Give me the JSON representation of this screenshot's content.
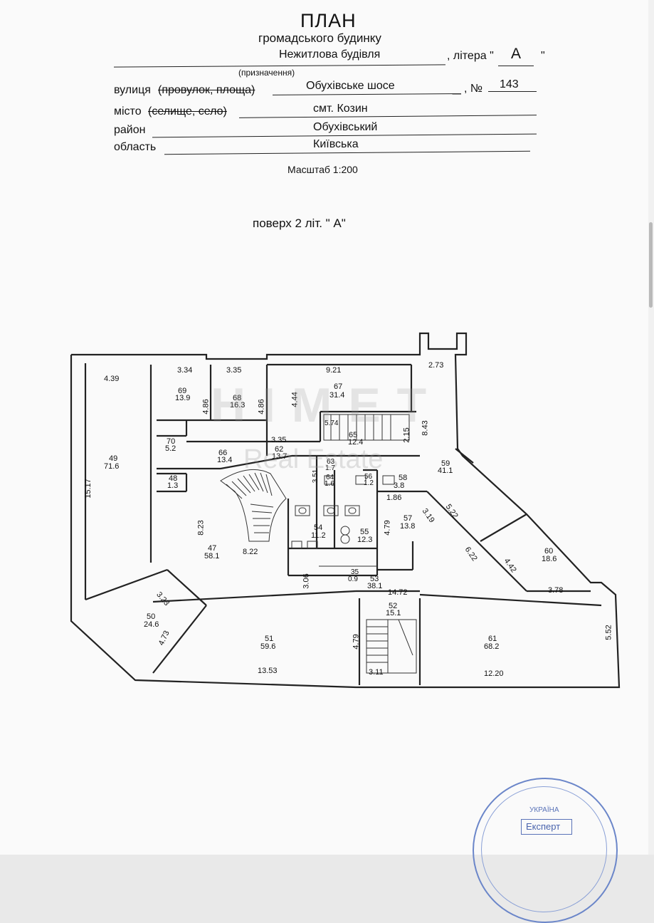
{
  "header": {
    "title": "ПЛАН",
    "subtitle": "громадського будинку",
    "purpose_value": "Нежитлова будівля",
    "litera_label": ", літера \"",
    "litera_value": "А",
    "litera_close": "\"",
    "purpose_caption": "(призначення)",
    "street_label": "вулиця",
    "street_struck": "(провулок, площа)",
    "street_value": "Обухівське шосе",
    "number_label": ", №",
    "number_value": "143",
    "city_label": "місто",
    "city_struck": "(селище, село)",
    "city_value": "смт. Козин",
    "district_label": "район",
    "district_value": "Обухівський",
    "region_label": "область",
    "region_value": "Київська",
    "scale": "Масштаб 1:200",
    "floor": "поверх 2 літ.  \" А\""
  },
  "watermark": {
    "top": "Н І М Е Т",
    "bottom": "Real Estate"
  },
  "stamp": {
    "text": "Експерт",
    "sub": "УКРАЇНА"
  },
  "rooms": [
    {
      "num": "69",
      "area": "13.9"
    },
    {
      "num": "68",
      "area": "16.3"
    },
    {
      "num": "67",
      "area": "31.4"
    },
    {
      "num": "70",
      "area": "5.2"
    },
    {
      "num": "49",
      "area": "71.6"
    },
    {
      "num": "66",
      "area": "13.4"
    },
    {
      "num": "62",
      "area": "13.7"
    },
    {
      "num": "48",
      "area": "1.3"
    },
    {
      "num": "63",
      "area": "1.7"
    },
    {
      "num": "64",
      "area": "1.6"
    },
    {
      "num": "56",
      "area": "1.2"
    },
    {
      "num": "58",
      "area": "3.8"
    },
    {
      "num": "65",
      "area": "12.4"
    },
    {
      "num": "59",
      "area": "41.1"
    },
    {
      "num": "47",
      "area": "58.1"
    },
    {
      "num": "54",
      "area": "11.2"
    },
    {
      "num": "55",
      "area": "12.3"
    },
    {
      "num": "57",
      "area": "13.8"
    },
    {
      "num": "60",
      "area": "18.6"
    },
    {
      "num": "35",
      "area": "0.9"
    },
    {
      "num": "53",
      "area": "38.1"
    },
    {
      "num": "52",
      "area": "15.1"
    },
    {
      "num": "50",
      "area": "24.6"
    },
    {
      "num": "51",
      "area": "59.6"
    },
    {
      "num": "61",
      "area": "68.2"
    }
  ],
  "dims": [
    "4.39",
    "3.34",
    "3.35",
    "9.21",
    "2.73",
    "4.86",
    "4.86",
    "4.44",
    "5.74",
    "2.15",
    "8.43",
    "3.35",
    "15.17",
    "3.51",
    "8.23",
    "8.22",
    "1.86",
    "3.19",
    "5.22",
    "4.79",
    "6.22",
    "4.42",
    "3.78",
    "3.06",
    "14.72",
    "3.23",
    "4.73",
    "4.79",
    "5.52",
    "13.53",
    "3.11",
    "12.20"
  ]
}
